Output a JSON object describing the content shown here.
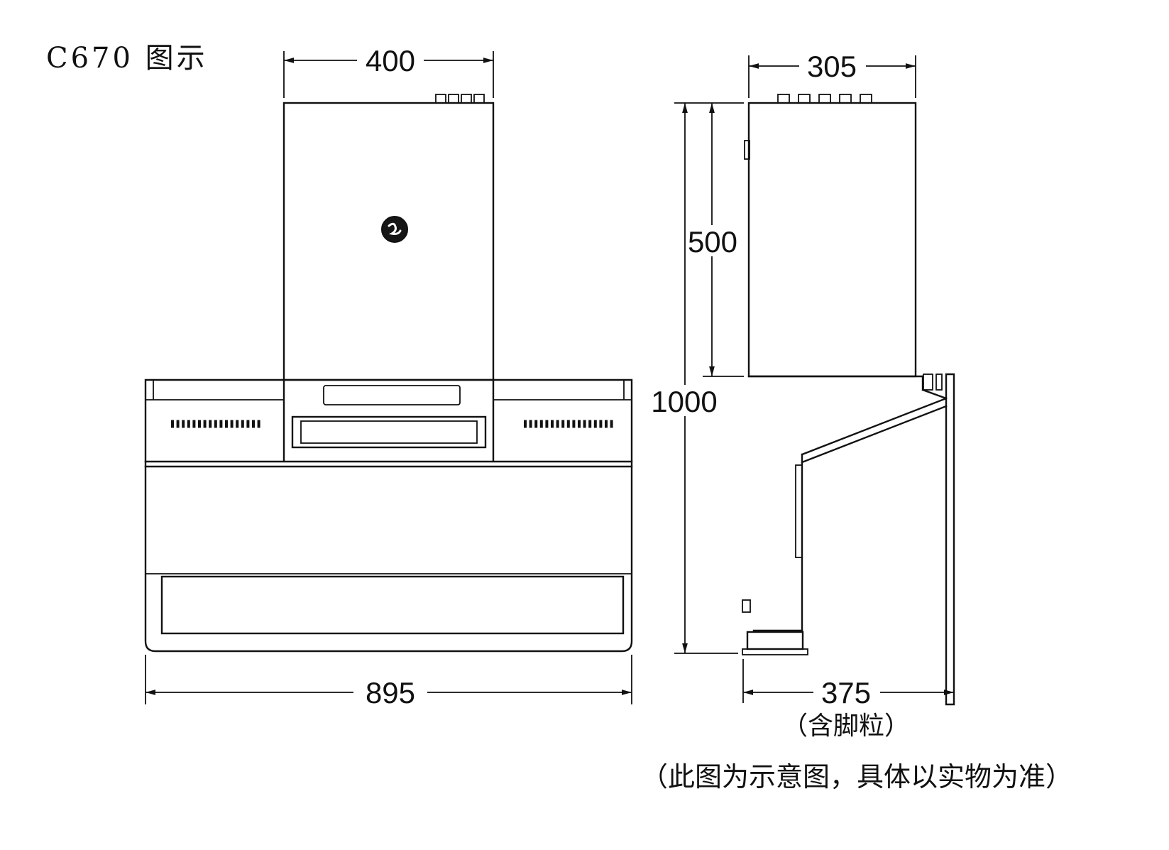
{
  "title": "C670 图示",
  "note": "（此图为示意图，具体以实物为准）",
  "front_view": {
    "dim_top_width": "400",
    "dim_total_width": "895"
  },
  "side_view": {
    "dim_top_depth": "305",
    "dim_upper_height": "500",
    "dim_total_height": "1000",
    "dim_bottom_depth": "375",
    "dim_bottom_depth_note": "（含脚粒）"
  }
}
